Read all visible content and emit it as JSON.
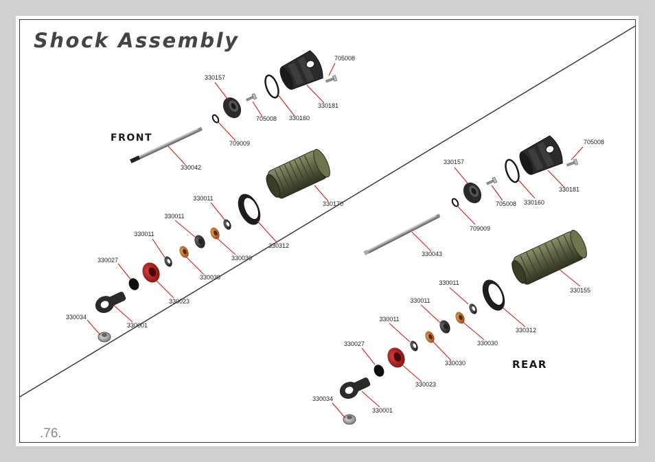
{
  "title": "Shock Assembly",
  "page_number": ".76.",
  "front": {
    "label": "FRONT",
    "parts": [
      "705008",
      "330157",
      "705008",
      "330160",
      "330181",
      "709009",
      "330042",
      "330011",
      "330170",
      "330011",
      "330011",
      "330312",
      "330030",
      "330027",
      "330030",
      "330023",
      "330034",
      "330001"
    ]
  },
  "rear": {
    "label": "REAR",
    "parts": [
      "705008",
      "330157",
      "705008",
      "330160",
      "330181",
      "709009",
      "330043",
      "330011",
      "330155",
      "330011",
      "330011",
      "330312",
      "330030",
      "330027",
      "330030",
      "330023",
      "330034",
      "330001"
    ]
  }
}
